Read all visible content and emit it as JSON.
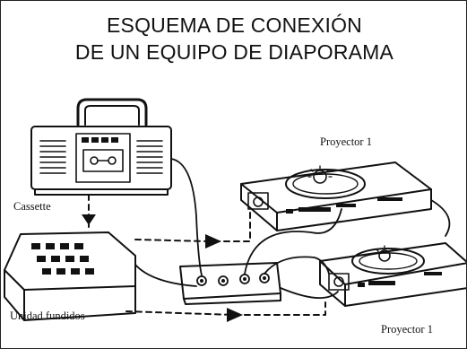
{
  "title": {
    "line1": "ESQUEMA DE CONEXIÓN",
    "line2": "DE UN EQUIPO DE DIAPORAMA"
  },
  "labels": {
    "cassette": "Cassette",
    "unidad": "Unidad fundidos",
    "proyector_top": "Proyector 1",
    "proyector_bottom": "Proyector 1"
  }
}
